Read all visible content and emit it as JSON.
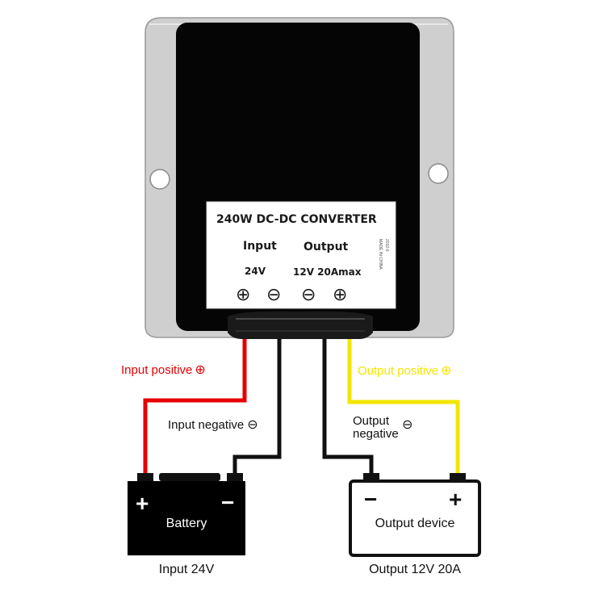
{
  "converter": {
    "title": "240W DC-DC CONVERTER",
    "input_heading": "Input",
    "output_heading": "Output",
    "input_spec": "24V",
    "output_spec": "12V 20Amax",
    "side_text_1": "2032-6",
    "side_text_2": "MADE IN CHINA",
    "input_positive_symbol": "⊕",
    "input_negative_symbol": "⊖",
    "output_negative_symbol": "⊖",
    "output_positive_symbol": "⊕"
  },
  "labels": {
    "input_positive": "Input positive",
    "input_negative": "Input negative",
    "output_positive": "Output positive",
    "output_negative_line1": "Output",
    "output_negative_line2": "negative",
    "positive_symbol": "⊕",
    "negative_symbol": "⊖"
  },
  "battery": {
    "label": "Battery",
    "plus": "+",
    "minus": "−",
    "caption": "Input 24V"
  },
  "output_device": {
    "label": "Output device",
    "plus": "+",
    "minus": "−",
    "caption": "Output 12V 20A"
  },
  "colors": {
    "positive_input_wire": "#e60000",
    "positive_output_wire": "#f2e600",
    "negative_wire": "#111111",
    "housing": "#c9c9c9",
    "panel": "#000000"
  }
}
